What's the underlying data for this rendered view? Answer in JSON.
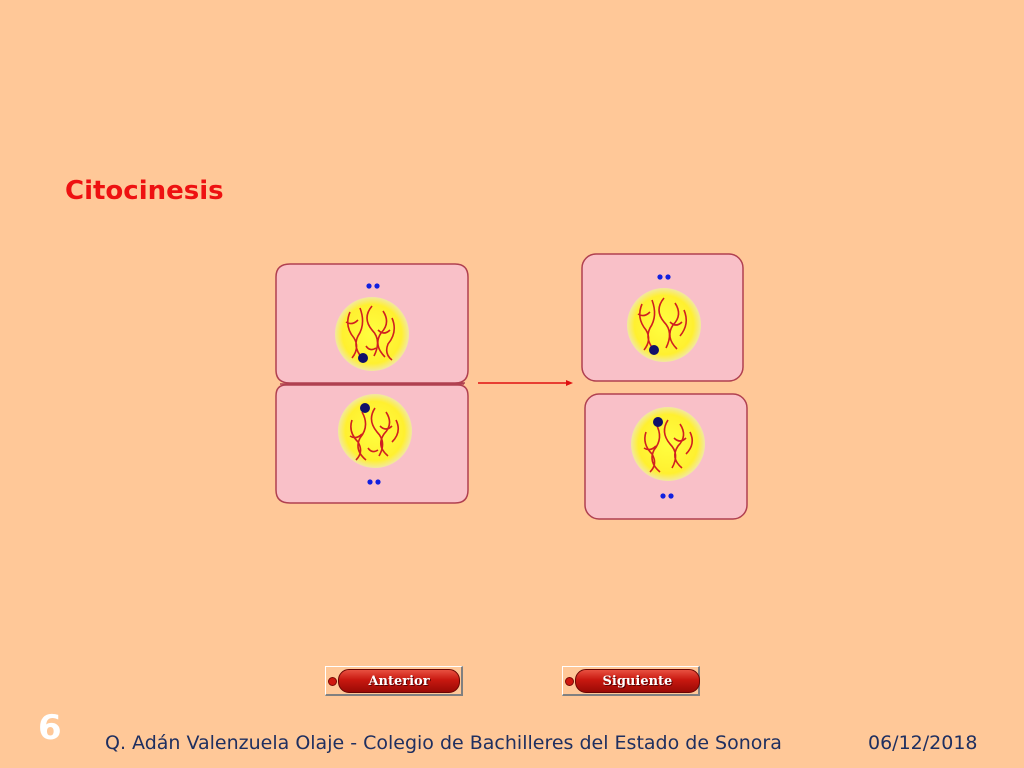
{
  "slide": {
    "title": "Citocinesis",
    "number": "6"
  },
  "diagram": {
    "stage_before": "cells still joined after division of cytoplasm",
    "stage_after": "two separated daughter cells",
    "colors": {
      "cell_fill": "#F9C0C8",
      "cell_border": "#B04050",
      "nucleus_fill": "#FFFF44",
      "nucleus_halo": "#F0E090",
      "chromosome": "#D02020",
      "nucleolus": "#10106A",
      "centriole": "#1020E0",
      "arrow": "#E01010"
    },
    "icon": "arrow-right-icon"
  },
  "nav": {
    "prev_label": "Anterior",
    "next_label": "Siguiente"
  },
  "footer": {
    "text": "Q. Adán Valenzuela Olaje - Colegio de Bachilleres del Estado de Sonora",
    "date": "06/12/2018"
  }
}
